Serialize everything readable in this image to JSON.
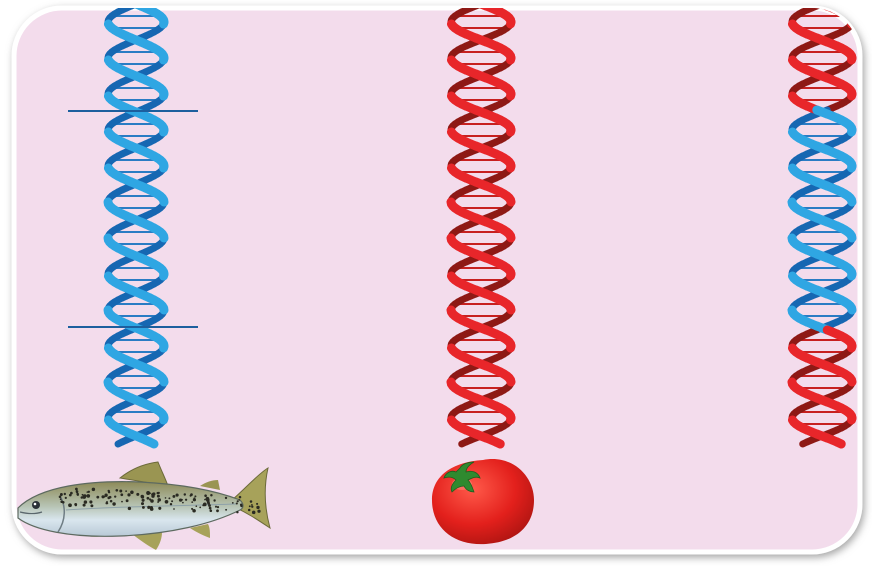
{
  "colors": {
    "page_background": "#ffffff",
    "panel_fill": "#f3dcec",
    "panel_border": "#ffffff",
    "panel_shadow": "#7f7f7f",
    "salmon_dna_light": "#2fa6e3",
    "salmon_dna_dark": "#1667b2",
    "tomato_dna_light": "#e8262a",
    "tomato_dna_dark": "#8e1915",
    "cut_line": "#1c5f9e"
  },
  "strands": [
    {
      "name": "salmon-dna-strand",
      "segments": [
        {
          "from": 0,
          "to": 1,
          "palette": "blue"
        }
      ]
    },
    {
      "name": "tomato-dna-strand",
      "segments": [
        {
          "from": 0,
          "to": 1,
          "palette": "red"
        }
      ]
    },
    {
      "name": "recombinant-dna-strand",
      "segments": [
        {
          "from": 0.0,
          "to": 0.24,
          "palette": "red"
        },
        {
          "from": 0.24,
          "to": 0.74,
          "palette": "blue"
        },
        {
          "from": 0.74,
          "to": 1.0,
          "palette": "red"
        }
      ]
    }
  ],
  "cut_sites": {
    "strand": "salmon-dna-strand",
    "count": 2
  },
  "organisms": {
    "fish": {
      "icon": "salmon-fish-icon"
    },
    "tomato": {
      "icon": "tomato-icon"
    }
  }
}
